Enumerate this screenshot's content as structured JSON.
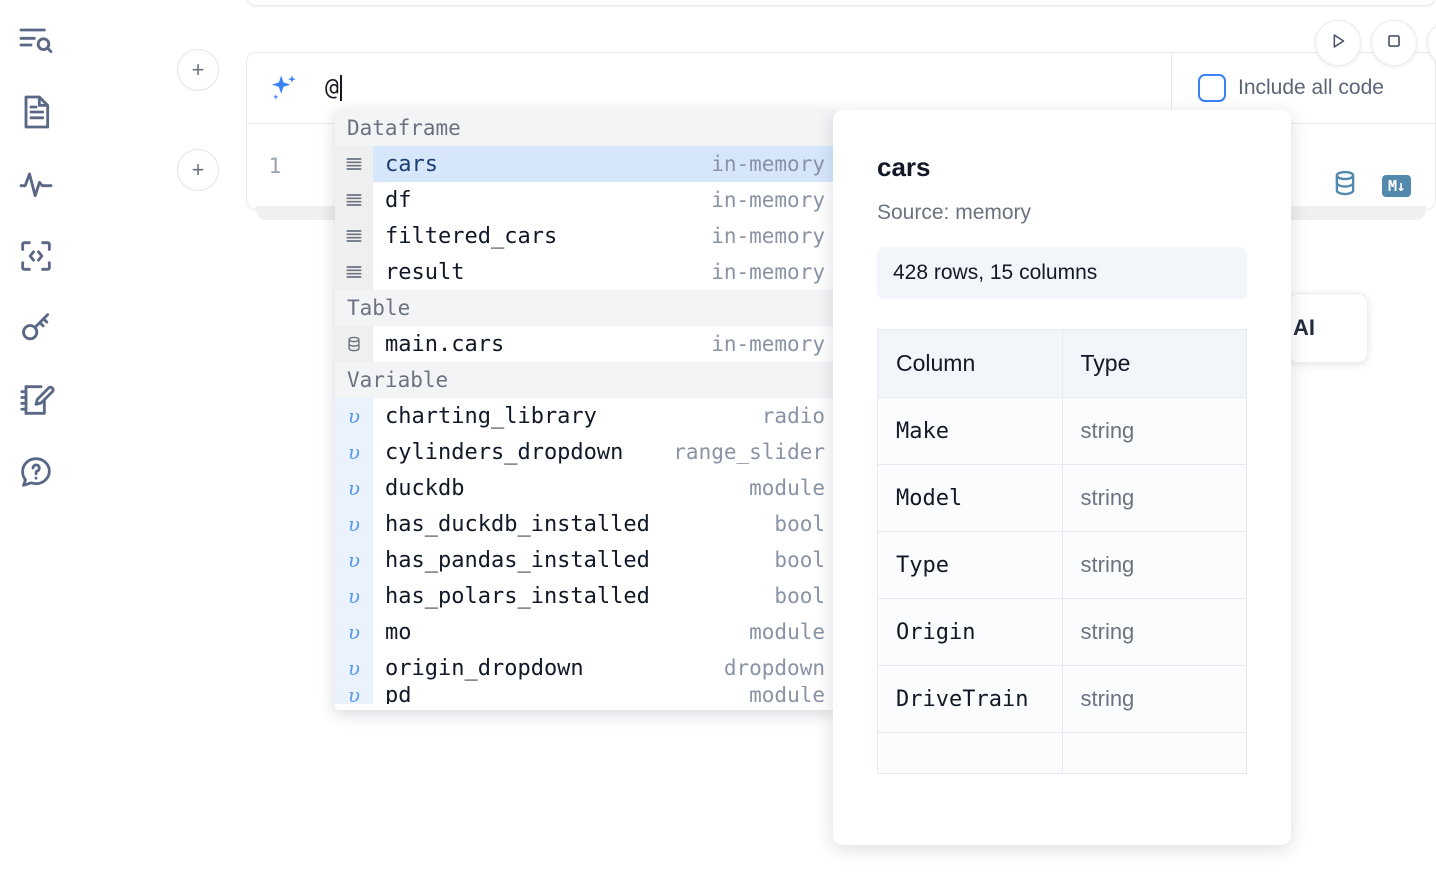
{
  "sidebar": {
    "items": [
      {
        "name": "outline-search-icon",
        "label": "Outline"
      },
      {
        "name": "file-text-icon",
        "label": "Notebook file"
      },
      {
        "name": "activity-pulse-icon",
        "label": "Activity"
      },
      {
        "name": "embed-code-icon",
        "label": "Snippets"
      },
      {
        "name": "key-icon",
        "label": "Secrets"
      },
      {
        "name": "notebook-edit-icon",
        "label": "Scratchpad"
      },
      {
        "name": "help-chat-icon",
        "label": "Help"
      }
    ]
  },
  "toolbar": {
    "run_label": "Run",
    "stop_label": "Stop",
    "more_label": "More",
    "include_all_code_label": "Include all code",
    "include_all_code_checked": false,
    "accent_color": "#3b82f6"
  },
  "ai_prompt": {
    "icon": "sparkle-icon",
    "value": "@",
    "placeholder": "",
    "caret_visible": true
  },
  "code_cell": {
    "line_number": "1",
    "content": "",
    "icons": [
      {
        "name": "database-icon",
        "label": ""
      },
      {
        "name": "markdown-icon",
        "label": "M↓"
      }
    ],
    "icon_color": "#5289ad"
  },
  "ai_card": {
    "text": "AI"
  },
  "add_buttons": {
    "label": "+"
  },
  "completions": {
    "groups": [
      {
        "header": "Dataframe",
        "icon": "dataframe-icon",
        "items": [
          {
            "name": "cars",
            "kind": "in-memory",
            "selected": true
          },
          {
            "name": "df",
            "kind": "in-memory",
            "selected": false
          },
          {
            "name": "filtered_cars",
            "kind": "in-memory",
            "selected": false
          },
          {
            "name": "result",
            "kind": "in-memory",
            "selected": false
          }
        ]
      },
      {
        "header": "Table",
        "icon": "table-database-icon",
        "items": [
          {
            "name": "main.cars",
            "kind": "in-memory",
            "selected": false
          }
        ]
      },
      {
        "header": "Variable",
        "icon": "variable-icon",
        "items": [
          {
            "name": "charting_library",
            "kind": "radio",
            "selected": false
          },
          {
            "name": "cylinders_dropdown",
            "kind": "range_slider",
            "selected": false
          },
          {
            "name": "duckdb",
            "kind": "module",
            "selected": false
          },
          {
            "name": "has_duckdb_installed",
            "kind": "bool",
            "selected": false
          },
          {
            "name": "has_pandas_installed",
            "kind": "bool",
            "selected": false
          },
          {
            "name": "has_polars_installed",
            "kind": "bool",
            "selected": false
          },
          {
            "name": "mo",
            "kind": "module",
            "selected": false
          },
          {
            "name": "origin_dropdown",
            "kind": "dropdown",
            "selected": false
          },
          {
            "name": "pd",
            "kind": "module",
            "selected": false
          }
        ]
      }
    ],
    "variable_glyph": "υ",
    "selected_row_color": "#d6e7fb"
  },
  "detail_panel": {
    "title": "cars",
    "source": "Source: memory",
    "stats": "428 rows, 15 columns",
    "table": {
      "headers": [
        "Column",
        "Type"
      ],
      "rows": [
        [
          "Make",
          "string"
        ],
        [
          "Model",
          "string"
        ],
        [
          "Type",
          "string"
        ],
        [
          "Origin",
          "string"
        ],
        [
          "DriveTrain",
          "string"
        ],
        [
          "",
          ""
        ]
      ]
    }
  }
}
